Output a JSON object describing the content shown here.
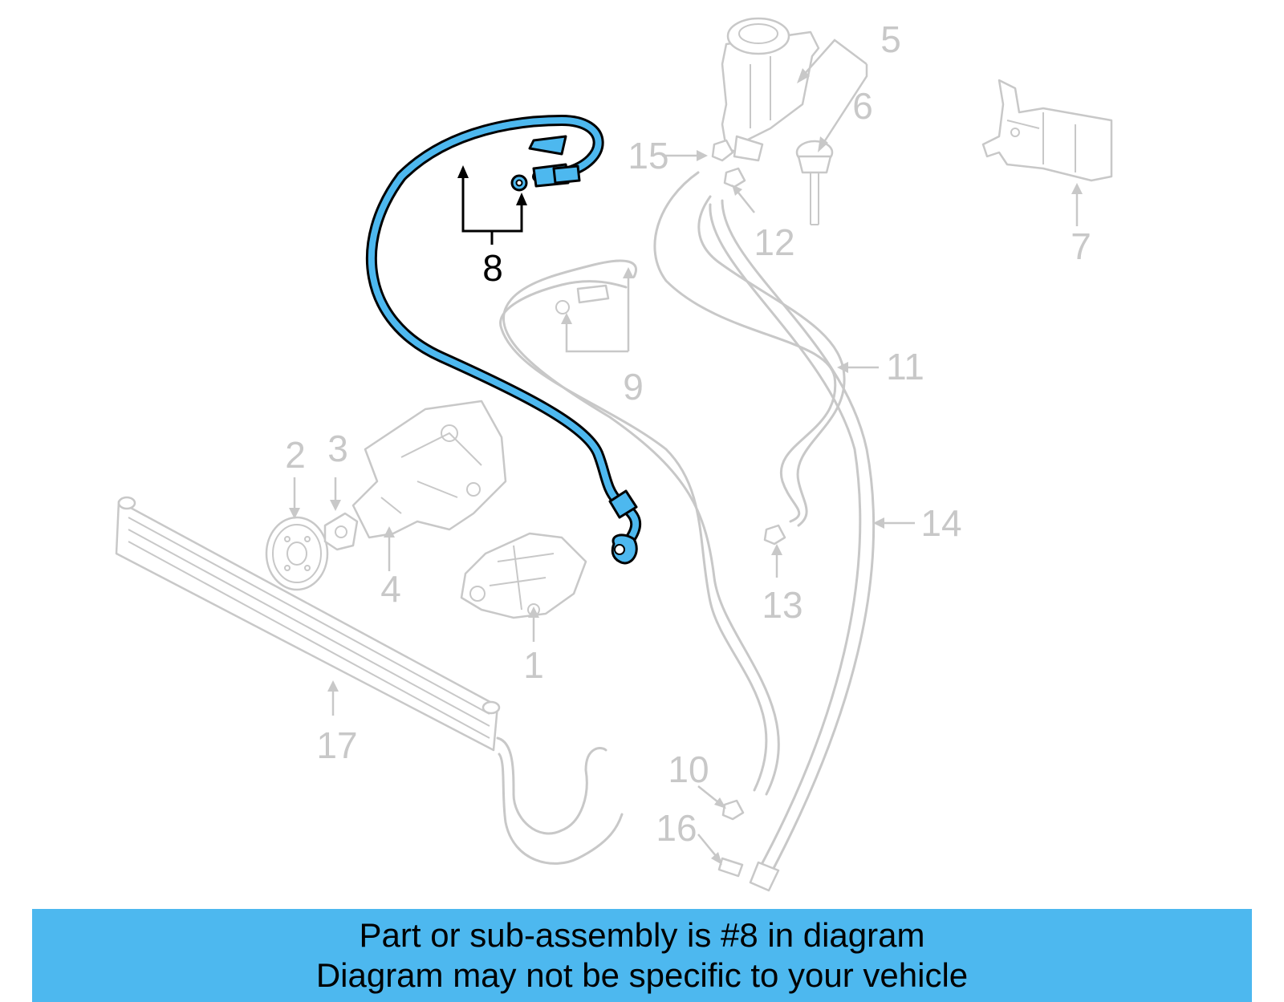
{
  "diagram": {
    "highlight_color": "#4db8ef",
    "highlighted_part": "8",
    "part_numbers": [
      "1",
      "2",
      "3",
      "4",
      "5",
      "6",
      "7",
      "8",
      "9",
      "10",
      "11",
      "12",
      "13",
      "14",
      "15",
      "16",
      "17"
    ]
  },
  "banner": {
    "line1": "Part or sub-assembly is #8 in diagram",
    "line2": "Diagram may not be specific to your vehicle",
    "background": "#4db8ef"
  }
}
